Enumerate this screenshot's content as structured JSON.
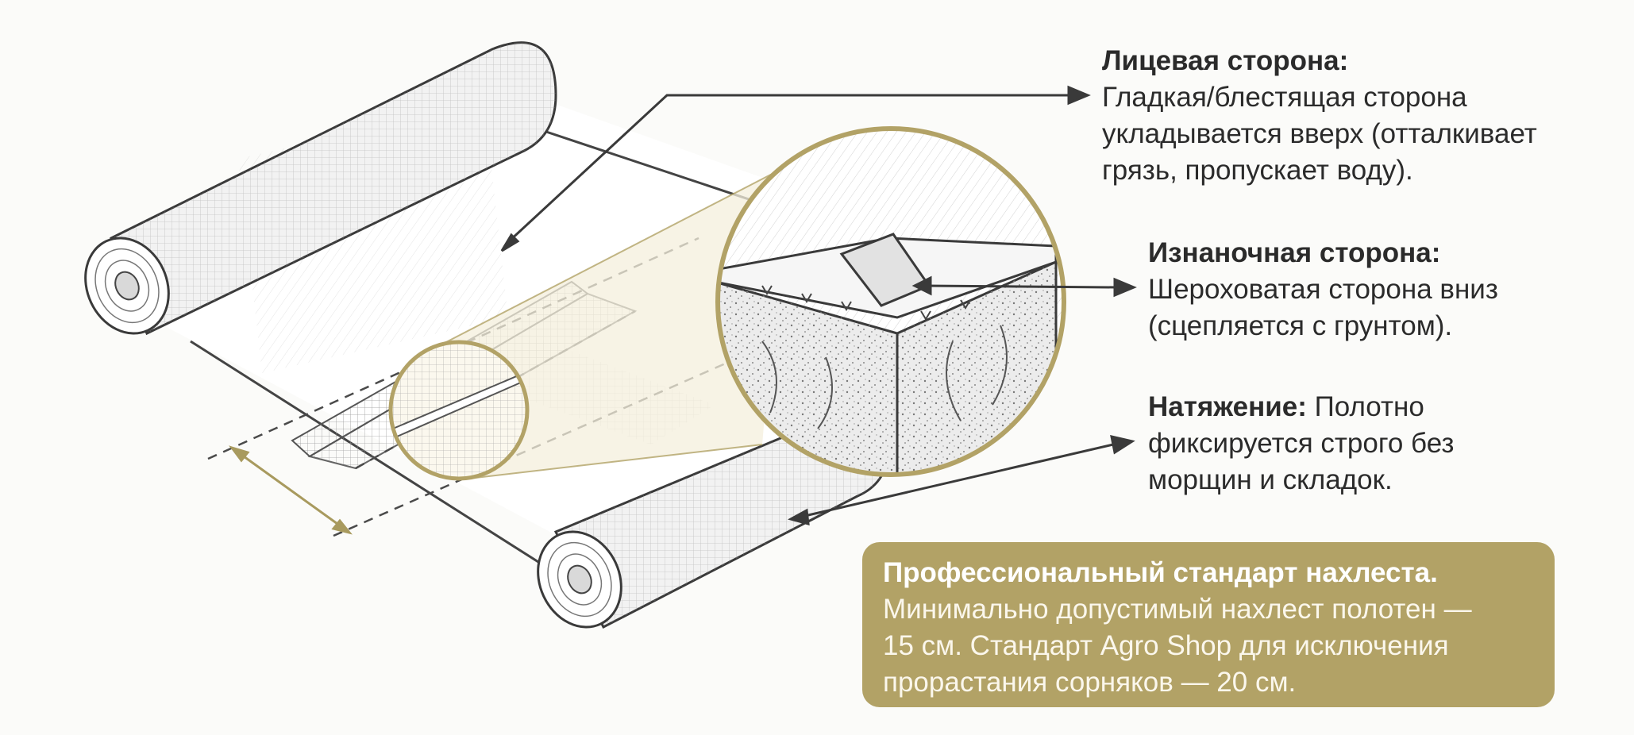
{
  "callouts": {
    "face": {
      "title": "Лицевая сторона:",
      "text": "Гладкая/блестящая сторона\nукладывается вверх (отталкивает\nгрязь, пропускает воду)."
    },
    "back": {
      "title": "Изнаночная сторона:",
      "text": "Шероховатая сторона вниз\n(сцепляется с грунтом)."
    },
    "tension": {
      "title": "Натяжение:",
      "text": " Полотно\nфиксируется строго без\nморщин и складок."
    }
  },
  "standard": {
    "title": "Профессиональный стандарт нахлеста.",
    "text": "Минимально допустимый нахлест полотен —\n15 см. Стандарт Agro Shop для исключения\nпрорастания сорняков — 20 см."
  },
  "colors": {
    "accent": "#b2a266",
    "line": "#3a3a3a",
    "magnifier_fill": "#f4efdc"
  },
  "icons": {
    "roll": "fabric-roll-icon",
    "magnifier": "magnifier-circle-icon"
  }
}
